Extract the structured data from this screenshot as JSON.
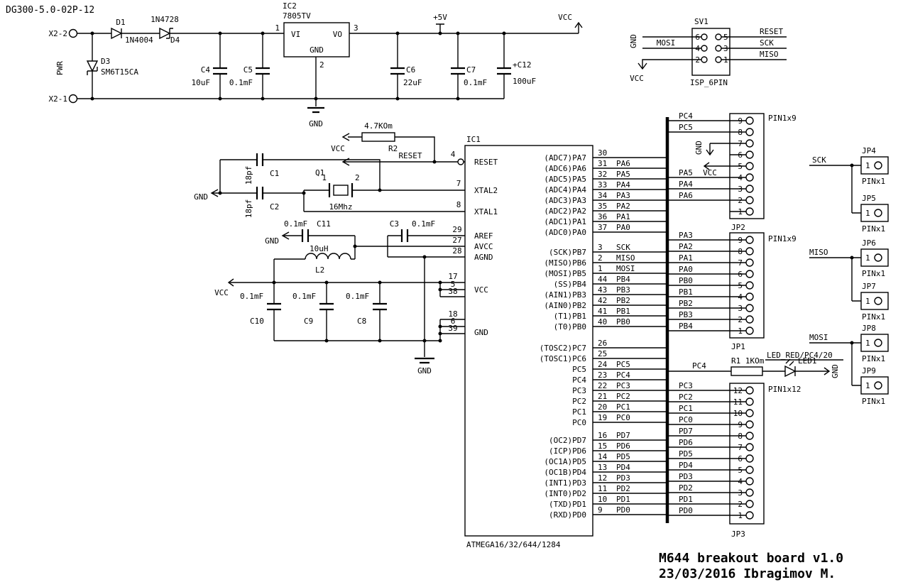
{
  "doc": {
    "title": "DG300-5.0-02P-12",
    "footer_line1": "M644 breakout board v1.0",
    "footer_line2": "23/03/2016 Ibragimov M."
  },
  "power": {
    "x2_2": "X2-2",
    "x2_1": "X2-1",
    "pwr": "PWR",
    "d1_ref": "D1",
    "d1_val": "1N4004",
    "d4_ref": "D4",
    "d4_val": "1N4728",
    "d3_ref": "D3",
    "d3_val": "SM6T15CA",
    "ic2_ref": "IC2",
    "ic2_val": "7805TV",
    "ic2_vi": "VI",
    "ic2_vo": "VO",
    "ic2_gnd": "GND",
    "ic2_pin1": "1",
    "ic2_pin2": "2",
    "ic2_pin3": "3",
    "c4_ref": "C4",
    "c4_val": "10uF",
    "c5_ref": "C5",
    "c5_val": "0.1mF",
    "c6_ref": "C6",
    "c6_val": "22uF",
    "c7_ref": "C7",
    "c7_val": "0.1mF",
    "c12_ref": "+C12",
    "c12_val": "100uF",
    "plus5v": "+5V",
    "vcc": "VCC",
    "gnd": "GND"
  },
  "isp": {
    "ref": "SV1",
    "name": "ISP_6PIN",
    "pin6": "6",
    "pin4": "4",
    "pin2": "2",
    "pin5": "5",
    "pin3": "3",
    "pin1": "1",
    "gnd": "GND",
    "mosi": "MOSI",
    "vcc": "VCC",
    "reset": "RESET",
    "sck": "SCK",
    "miso": "MISO"
  },
  "reset_net": {
    "r2_ref": "R2",
    "r2_val": "4.7KOm",
    "vcc": "VCC",
    "label": "RESET",
    "pin": "4"
  },
  "xtal": {
    "q1_ref": "Q1",
    "q1_val": "16Mhz",
    "pin1": "1",
    "pin2": "2",
    "c1_ref": "C1",
    "c1_val": "18pf",
    "c2_ref": "C2",
    "c2_val": "18pf",
    "gnd": "GND",
    "xtal2_pin": "7",
    "xtal1_pin": "8"
  },
  "analog": {
    "gnd": "GND",
    "c11_ref": "C11",
    "c11_val": "0.1mF",
    "l2_ref": "L2",
    "l2_val": "10uH",
    "c3_ref": "C3",
    "c3_val": "0.1mF",
    "aref_pin": "29",
    "avcc_pin": "27",
    "agnd_pin": "28",
    "gnd2": "GND"
  },
  "decoupling": {
    "vcc": "VCC",
    "caps": [
      {
        "ref": "C10",
        "val": "0.1mF"
      },
      {
        "ref": "C9",
        "val": "0.1mF"
      },
      {
        "ref": "C8",
        "val": "0.1mF"
      }
    ],
    "vcc_pins": [
      "17",
      "5",
      "38"
    ],
    "gnd_pins": [
      "18",
      "6",
      "39"
    ]
  },
  "ic1": {
    "ref": "IC1",
    "part": "ATMEGA16/32/644/1284",
    "left_labels": [
      "RESET",
      "XTAL2",
      "XTAL1",
      "AREF",
      "AVCC",
      "AGND",
      "VCC",
      "GND"
    ],
    "porta": [
      {
        "fn": "(ADC7)PA7",
        "pin": "30",
        "net": ""
      },
      {
        "fn": "(ADC6)PA6",
        "pin": "31",
        "net": "PA6"
      },
      {
        "fn": "(ADC5)PA5",
        "pin": "32",
        "net": "PA5"
      },
      {
        "fn": "(ADC4)PA4",
        "pin": "33",
        "net": "PA4"
      },
      {
        "fn": "(ADC3)PA3",
        "pin": "34",
        "net": "PA3"
      },
      {
        "fn": "(ADC2)PA2",
        "pin": "35",
        "net": "PA2"
      },
      {
        "fn": "(ADC1)PA1",
        "pin": "36",
        "net": "PA1"
      },
      {
        "fn": "(ADC0)PA0",
        "pin": "37",
        "net": "PA0"
      }
    ],
    "portb": [
      {
        "fn": "(SCK)PB7",
        "pin": "3",
        "net": "SCK"
      },
      {
        "fn": "(MISO)PB6",
        "pin": "2",
        "net": "MISO"
      },
      {
        "fn": "(MOSI)PB5",
        "pin": "1",
        "net": "MOSI"
      },
      {
        "fn": "(SS)PB4",
        "pin": "44",
        "net": "PB4"
      },
      {
        "fn": "(AIN1)PB3",
        "pin": "43",
        "net": "PB3"
      },
      {
        "fn": "(AIN0)PB2",
        "pin": "42",
        "net": "PB2"
      },
      {
        "fn": "(T1)PB1",
        "pin": "41",
        "net": "PB1"
      },
      {
        "fn": "(T0)PB0",
        "pin": "40",
        "net": "PB0"
      }
    ],
    "portc": [
      {
        "fn": "(TOSC2)PC7",
        "pin": "26",
        "net": ""
      },
      {
        "fn": "(TOSC1)PC6",
        "pin": "25",
        "net": ""
      },
      {
        "fn": "PC5",
        "pin": "24",
        "net": "PC5"
      },
      {
        "fn": "PC4",
        "pin": "23",
        "net": "PC4"
      },
      {
        "fn": "PC3",
        "pin": "22",
        "net": "PC3"
      },
      {
        "fn": "PC2",
        "pin": "21",
        "net": "PC2"
      },
      {
        "fn": "PC1",
        "pin": "20",
        "net": "PC1"
      },
      {
        "fn": "PC0",
        "pin": "19",
        "net": "PC0"
      }
    ],
    "portd": [
      {
        "fn": "(OC2)PD7",
        "pin": "16",
        "net": "PD7"
      },
      {
        "fn": "(ICP)PD6",
        "pin": "15",
        "net": "PD6"
      },
      {
        "fn": "(OC1A)PD5",
        "pin": "14",
        "net": "PD5"
      },
      {
        "fn": "(OC1B)PD4",
        "pin": "13",
        "net": "PD4"
      },
      {
        "fn": "(INT1)PD3",
        "pin": "12",
        "net": "PD3"
      },
      {
        "fn": "(INT0)PD2",
        "pin": "11",
        "net": "PD2"
      },
      {
        "fn": "(TXD)PD1",
        "pin": "10",
        "net": "PD1"
      },
      {
        "fn": "(RXD)PD0",
        "pin": "9",
        "net": "PD0"
      }
    ]
  },
  "jp2": {
    "ref": "JP2",
    "type": "PIN1x9",
    "pins": [
      "9",
      "8",
      "7",
      "6",
      "5",
      "4",
      "3",
      "2",
      "1"
    ],
    "nets": [
      "PC4",
      "PC5",
      "",
      "",
      "",
      "PA5",
      "PA4",
      "PA6",
      ""
    ],
    "gnd_label": "GND",
    "vcc_label": "VCC"
  },
  "jp1": {
    "ref": "JP1",
    "type": "PIN1x9",
    "pins": [
      "9",
      "8",
      "7",
      "6",
      "5",
      "4",
      "3",
      "2",
      "1"
    ],
    "nets": [
      "PA3",
      "PA2",
      "PA1",
      "PA0",
      "PB0",
      "PB1",
      "PB2",
      "PB3",
      "PB4"
    ]
  },
  "jp3": {
    "ref": "JP3",
    "type": "PIN1x12",
    "pins": [
      "12",
      "11",
      "10",
      "9",
      "8",
      "7",
      "6",
      "5",
      "4",
      "3",
      "2",
      "1"
    ],
    "nets": [
      "PC3",
      "PC2",
      "PC1",
      "PC0",
      "PD7",
      "PD6",
      "PD5",
      "PD4",
      "PD3",
      "PD2",
      "PD1",
      "PD0"
    ]
  },
  "led": {
    "net": "PC4",
    "r1_label": "R1 1KOm",
    "desc": "LED_RED/PC4/20",
    "ref": "LED1",
    "gnd": "GND"
  },
  "singles": [
    {
      "ref": "JP4",
      "type": "PINx1",
      "pin": "1",
      "net": "SCK"
    },
    {
      "ref": "JP5",
      "type": "PINx1",
      "pin": "1",
      "net": ""
    },
    {
      "ref": "JP6",
      "type": "PINx1",
      "pin": "1",
      "net": "MISO"
    },
    {
      "ref": "JP7",
      "type": "PINx1",
      "pin": "1",
      "net": ""
    },
    {
      "ref": "JP8",
      "type": "PINx1",
      "pin": "1",
      "net": "MOSI"
    },
    {
      "ref": "JP9",
      "type": "PINx1",
      "pin": "1",
      "net": ""
    }
  ]
}
